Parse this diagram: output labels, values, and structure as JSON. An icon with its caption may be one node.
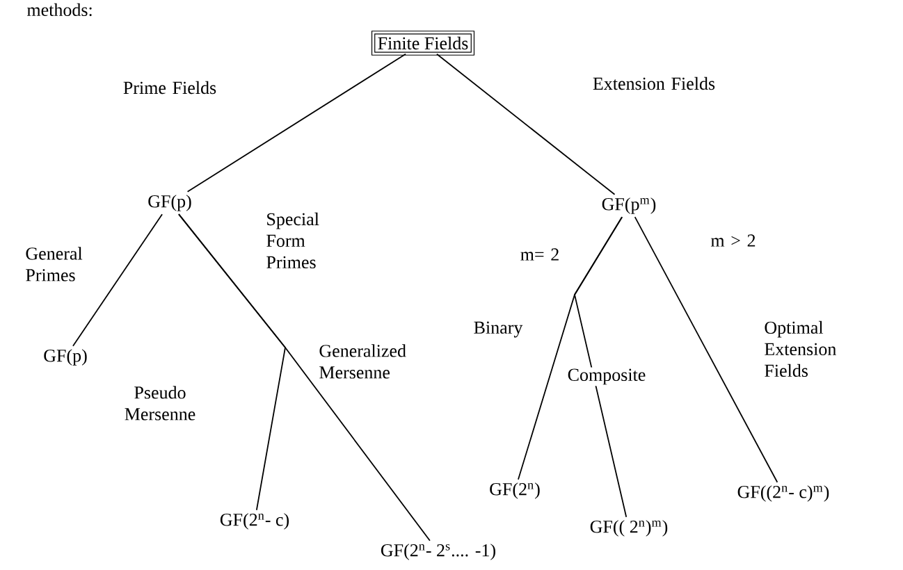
{
  "diagram": {
    "nodes": [
      {
        "text": [
          "Finite Fields"
        ]
      },
      {
        "text": [
          "GF(p)"
        ]
      },
      {
        "text": [
          "GF(p$^{m}$)"
        ]
      },
      {
        "text": [
          "GF(p)"
        ]
      },
      {
        "text": [
          "GF(2$^{n}$- c)"
        ]
      },
      {
        "text": [
          "GF(2$^{n}$- 2$^{s}$.... -1)"
        ]
      },
      {
        "text": [
          "GF(2$^{n}$)"
        ]
      },
      {
        "text": [
          "GF(( 2$^{n}$)$^{m}$)"
        ]
      },
      {
        "text": [
          "GF((2$^{n}$- c)$^{m}$)"
        ]
      }
    ],
    "edges": [
      {
        "from": 0,
        "to": 1,
        "arrow": "none",
        "label": "Prime Fields"
      },
      {
        "from": 0,
        "to": 2,
        "arrow": "none",
        "label": "Extension Fields"
      },
      {
        "from": 1,
        "to": 3,
        "arrow": "none",
        "label": "General Primes"
      },
      {
        "from": 1,
        "to": 4,
        "arrow": "none",
        "label": "Pseudo Mersenne"
      },
      {
        "from": 1,
        "to": 5,
        "arrow": "none",
        "label": "Generalized Mersenne"
      },
      {
        "from": 2,
        "to": 6,
        "arrow": "none",
        "label": "Binary"
      },
      {
        "from": 2,
        "to": 7,
        "arrow": "none",
        "label": "Composite"
      },
      {
        "from": 2,
        "to": 8,
        "arrow": "none",
        "label": "Optimal Extension Fields"
      }
    ],
    "labels": [
      "methods:",
      "Special Form Primes",
      "m= 2",
      "m > 2"
    ]
  }
}
